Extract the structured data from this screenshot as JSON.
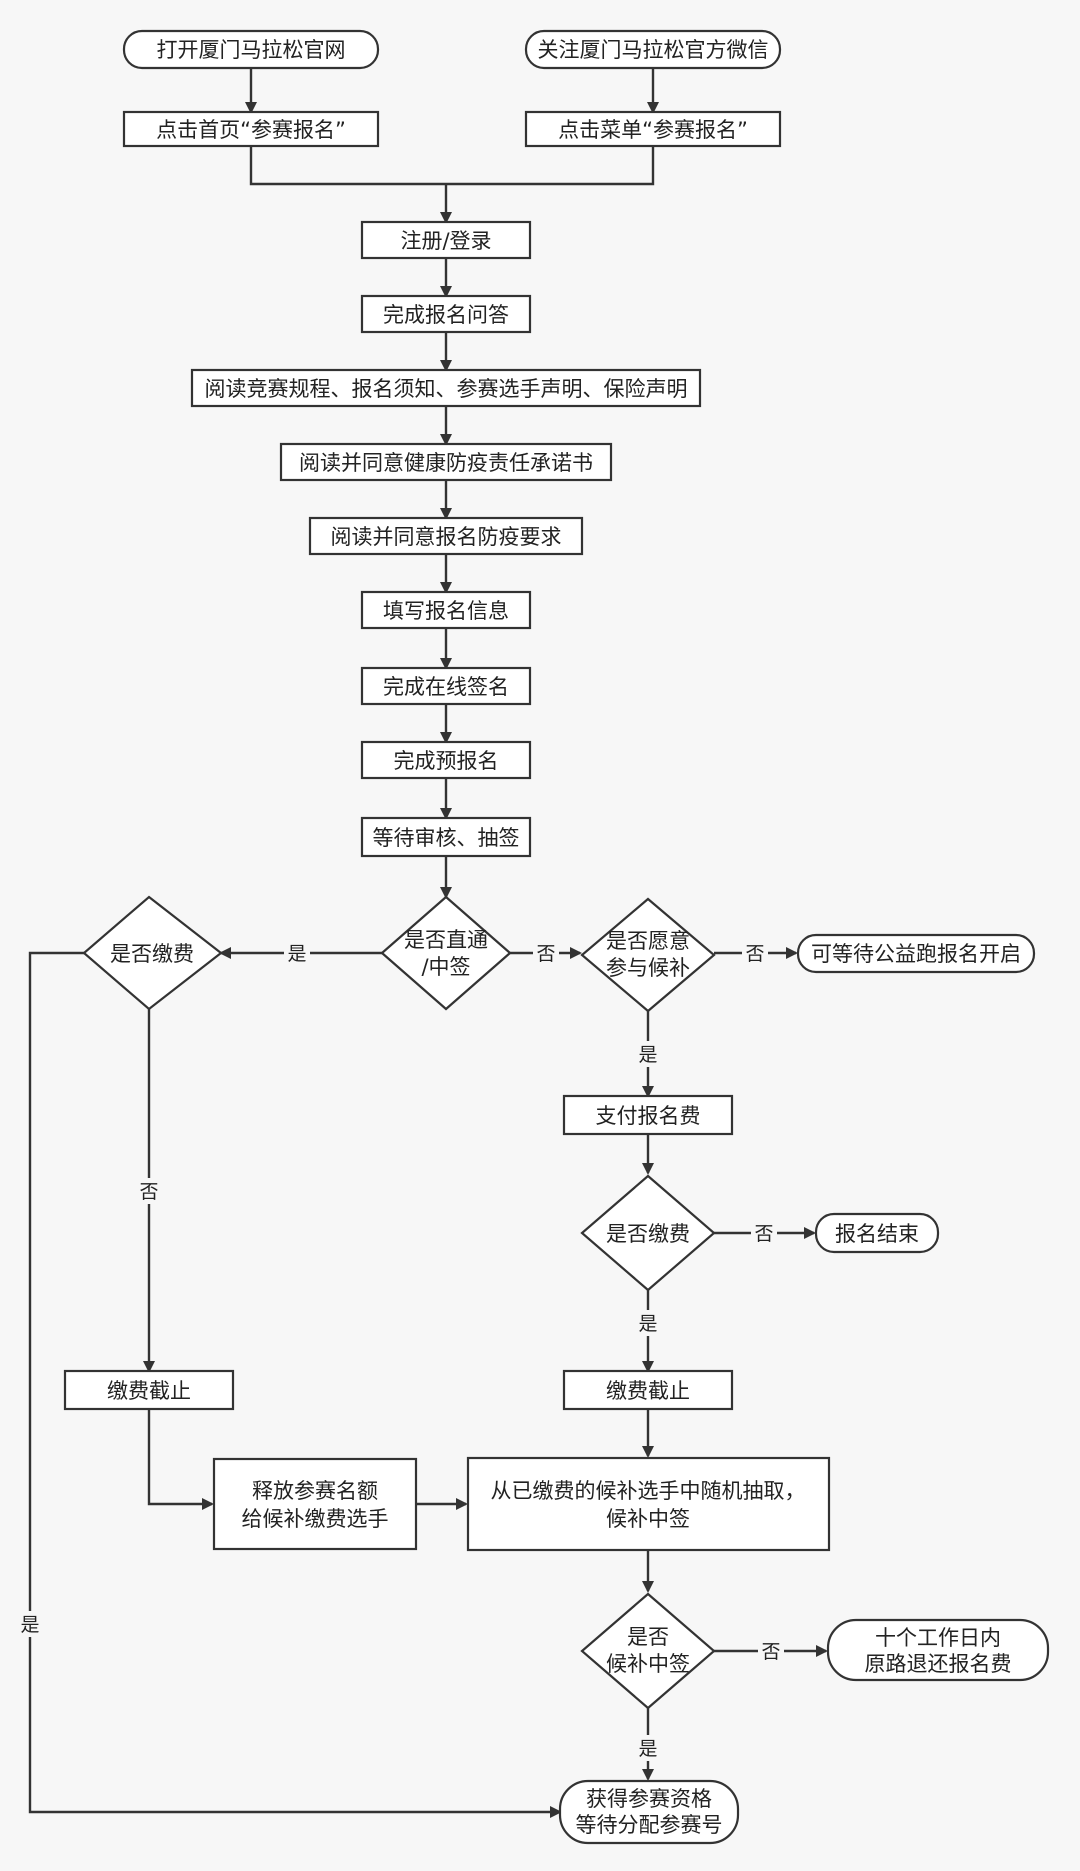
{
  "nodes": {
    "open_site": "打开厦门马拉松官网",
    "follow_wechat": "关注厦门马拉松官方微信",
    "click_home": "点击首页“参赛报名”",
    "click_menu": "点击菜单“参赛报名”",
    "register_login": "注册/登录",
    "finish_qa": "完成报名问答",
    "read_rules": "阅读竞赛规程、报名须知、参赛选手声明、保险声明",
    "read_health": "阅读并同意健康防疫责任承诺书",
    "read_epidemic": "阅读并同意报名防疫要求",
    "fill_info": "填写报名信息",
    "sign_online": "完成在线签名",
    "pre_register": "完成预报名",
    "wait_review": "等待审核、抽签",
    "q_direct_1": "是否直通",
    "q_direct_2": "/中签",
    "q_pay_left": "是否缴费",
    "q_waitlist_1": "是否愿意",
    "q_waitlist_2": "参与候补",
    "charity_run": "可等待公益跑报名开启",
    "pay_fee": "支付报名费",
    "q_pay_right": "是否缴费",
    "reg_end": "报名结束",
    "deadline_left": "缴费截止",
    "deadline_right": "缴费截止",
    "release_1": "释放参赛名额",
    "release_2": "给候补缴费选手",
    "draw_1": "从已缴费的候补选手中随机抽取，",
    "draw_2": "候补中签",
    "q_win_1": "是否",
    "q_win_2": "候补中签",
    "refund_1": "十个工作日内",
    "refund_2": "原路退还报名费",
    "qualify_1": "获得参赛资格",
    "qualify_2": "等待分配参赛号"
  },
  "edges": {
    "yes": "是",
    "no": "否"
  }
}
